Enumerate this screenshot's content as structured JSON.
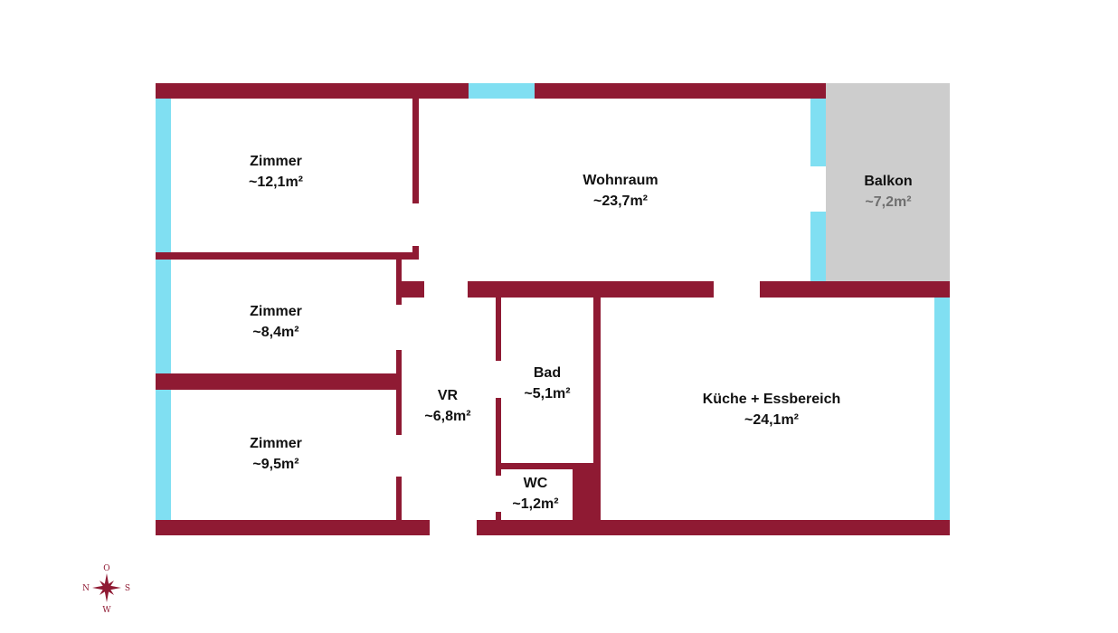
{
  "floorplan": {
    "rooms": [
      {
        "id": "zimmer-1",
        "name": "Zimmer",
        "area": "~12,1m²"
      },
      {
        "id": "wohnraum",
        "name": "Wohnraum",
        "area": "~23,7m²"
      },
      {
        "id": "balkon",
        "name": "Balkon",
        "area": "~7,2m²"
      },
      {
        "id": "zimmer-2",
        "name": "Zimmer",
        "area": "~8,4m²"
      },
      {
        "id": "vr",
        "name": "VR",
        "area": "~6,8m²"
      },
      {
        "id": "bad",
        "name": "Bad",
        "area": "~5,1m²"
      },
      {
        "id": "kueche",
        "name": "Küche + Essbereich",
        "area": "~24,1m²"
      },
      {
        "id": "zimmer-3",
        "name": "Zimmer",
        "area": "~9,5m²"
      },
      {
        "id": "wc",
        "name": "WC",
        "area": "~1,2m²"
      }
    ],
    "compass": {
      "top": "O",
      "left": "N",
      "right": "S",
      "bottom": "W"
    },
    "colors": {
      "wall": "#8f1a33",
      "window": "#80dff2",
      "balcony": "#cdcdcd",
      "text": "#111111",
      "balcony_area_text": "#6f6f6f"
    }
  }
}
